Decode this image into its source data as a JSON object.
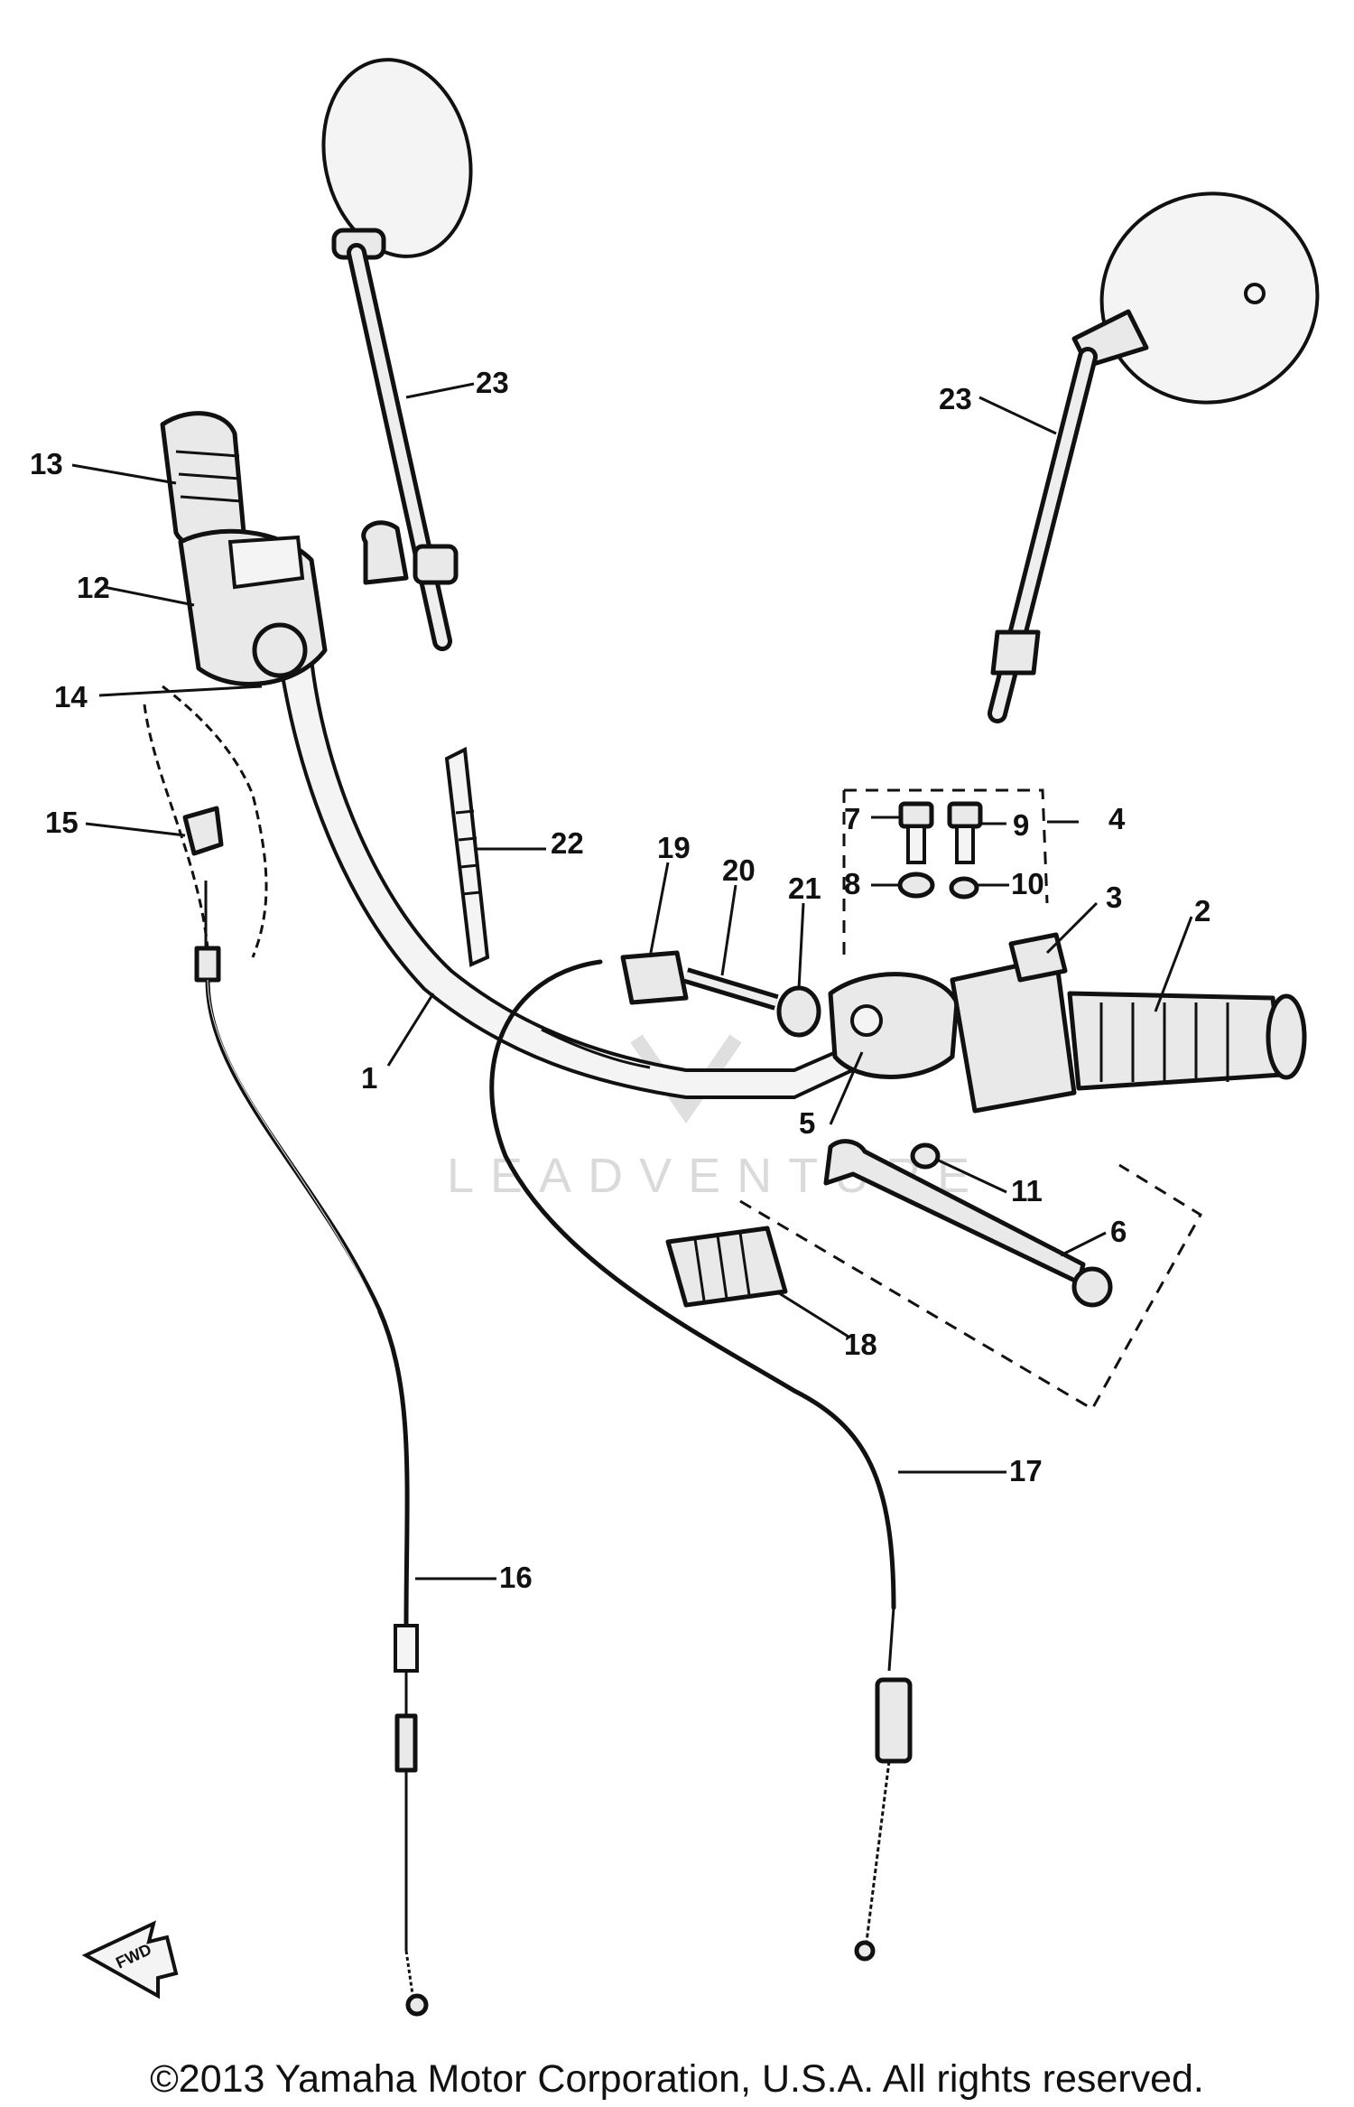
{
  "diagram": {
    "callouts": {
      "c1": "1",
      "c2": "2",
      "c3": "3",
      "c4": "4",
      "c5": "5",
      "c6": "6",
      "c7": "7",
      "c8": "8",
      "c9": "9",
      "c10": "10",
      "c11": "11",
      "c12": "12",
      "c13": "13",
      "c14": "14",
      "c15": "15",
      "c16": "16",
      "c17": "17",
      "c18": "18",
      "c19": "19",
      "c20": "20",
      "c21": "21",
      "c22": "22",
      "c23a": "23",
      "c23b": "23"
    },
    "fwd_label": "FWD",
    "watermark": "LEADVENTURE"
  },
  "footer": {
    "copyright": "©2013 Yamaha Motor Corporation, U.S.A. All rights reserved."
  }
}
